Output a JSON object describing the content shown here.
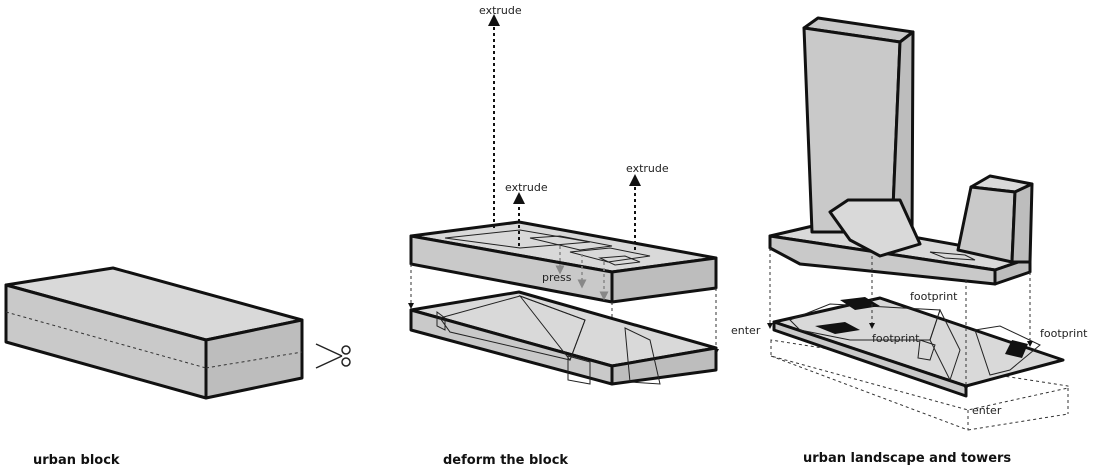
{
  "panels": {
    "block": {
      "caption": "urban block"
    },
    "deform": {
      "caption": "deform the block",
      "labels": {
        "extrude_top": "extrude",
        "extrude_left": "extrude",
        "extrude_right": "extrude",
        "press": "press"
      }
    },
    "landscape": {
      "caption": "urban landscape and towers",
      "labels": {
        "footprint_top": "footprint",
        "footprint_mid": "footprint",
        "footprint_right": "footprint",
        "enter_left": "enter",
        "enter_bottom": "enter"
      }
    }
  },
  "colors": {
    "face_light": "#d9d9d9",
    "face_side": "#c9c9c9",
    "outline": "#111111"
  },
  "icons": {
    "scissors": "scissors-icon"
  }
}
